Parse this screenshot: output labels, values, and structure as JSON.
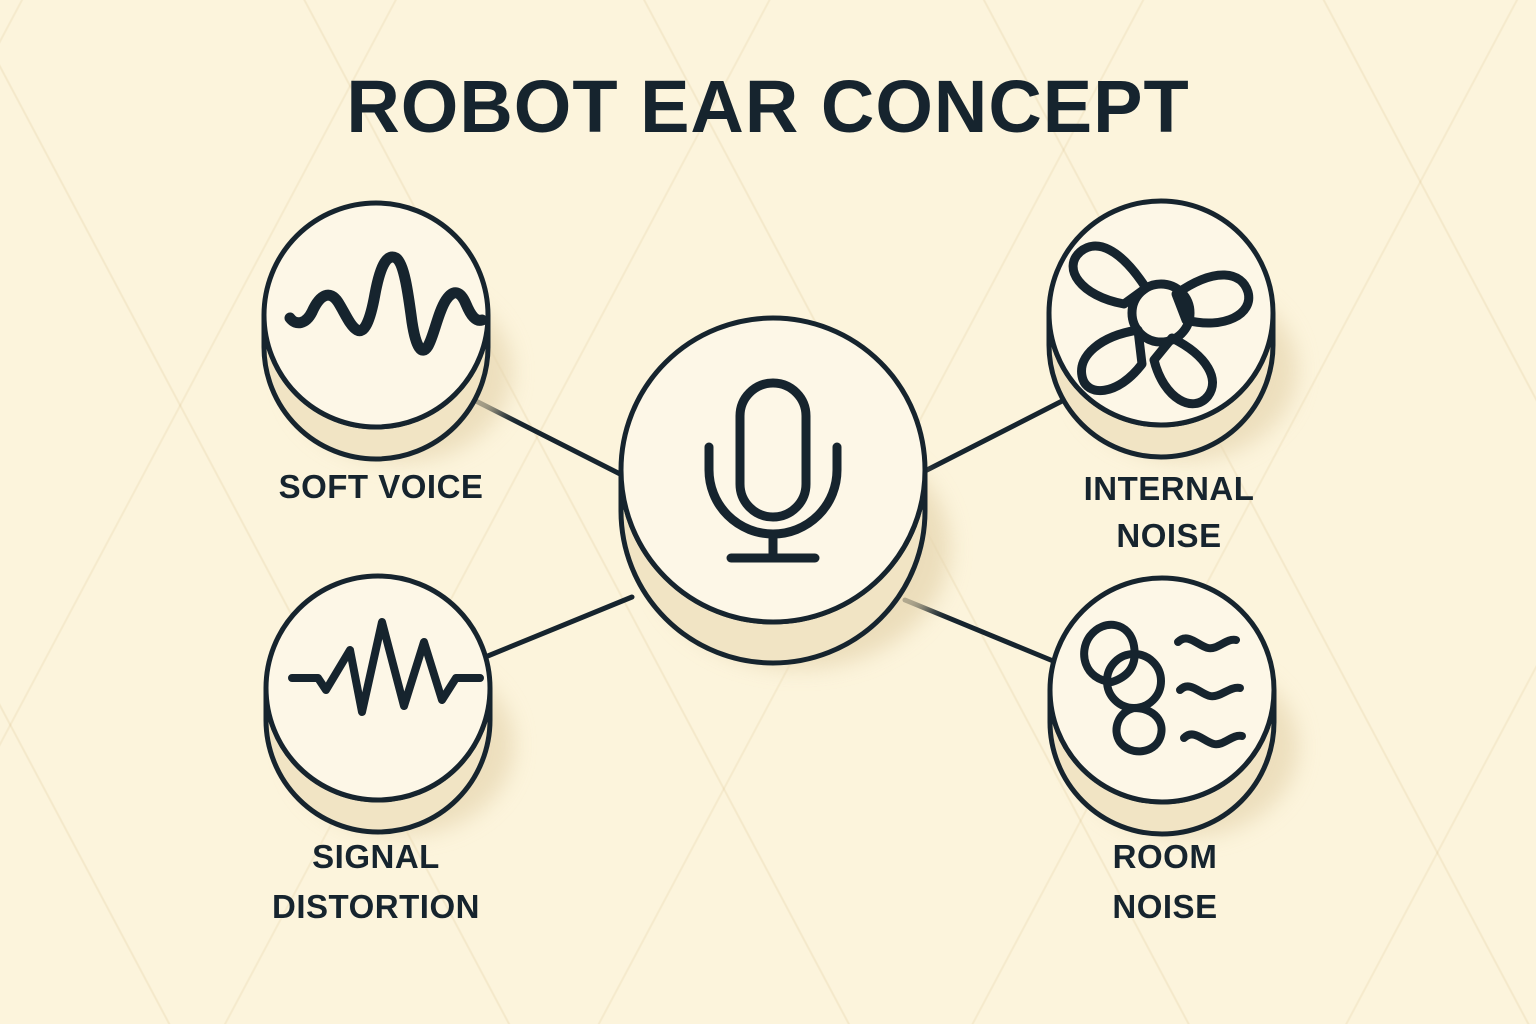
{
  "page": {
    "title": "ROBOT EAR CONCEPT",
    "background_color": "#fcf4dc",
    "ink_color": "#16242e",
    "puck_top_color": "#fdf7e7",
    "puck_side_color": "#f2e6c8",
    "shadow_color": "#e9dcbd"
  },
  "center": {
    "name": "microphone",
    "icon": "microphone-icon",
    "label": ""
  },
  "nodes": [
    {
      "id": "soft-voice",
      "label_line1": "SOFT VOICE",
      "label_line2": "",
      "icon": "smooth-waveform-icon",
      "position": "top-left"
    },
    {
      "id": "internal-noise",
      "label_line1": "INTERNAL",
      "label_line2": "NOISE",
      "icon": "fan-icon",
      "position": "top-right"
    },
    {
      "id": "signal-distortion",
      "label_line1": "SIGNAL",
      "label_line2": "DISTORTION",
      "icon": "spiky-waveform-icon",
      "position": "bottom-left"
    },
    {
      "id": "room-noise",
      "label_line1": "ROOM",
      "label_line2": "NOISE",
      "icon": "fan-with-airflow-icon",
      "position": "bottom-right"
    }
  ],
  "connectors": [
    {
      "from": "center",
      "to": "soft-voice"
    },
    {
      "from": "center",
      "to": "internal-noise"
    },
    {
      "from": "center",
      "to": "signal-distortion"
    },
    {
      "from": "center",
      "to": "room-noise"
    }
  ]
}
